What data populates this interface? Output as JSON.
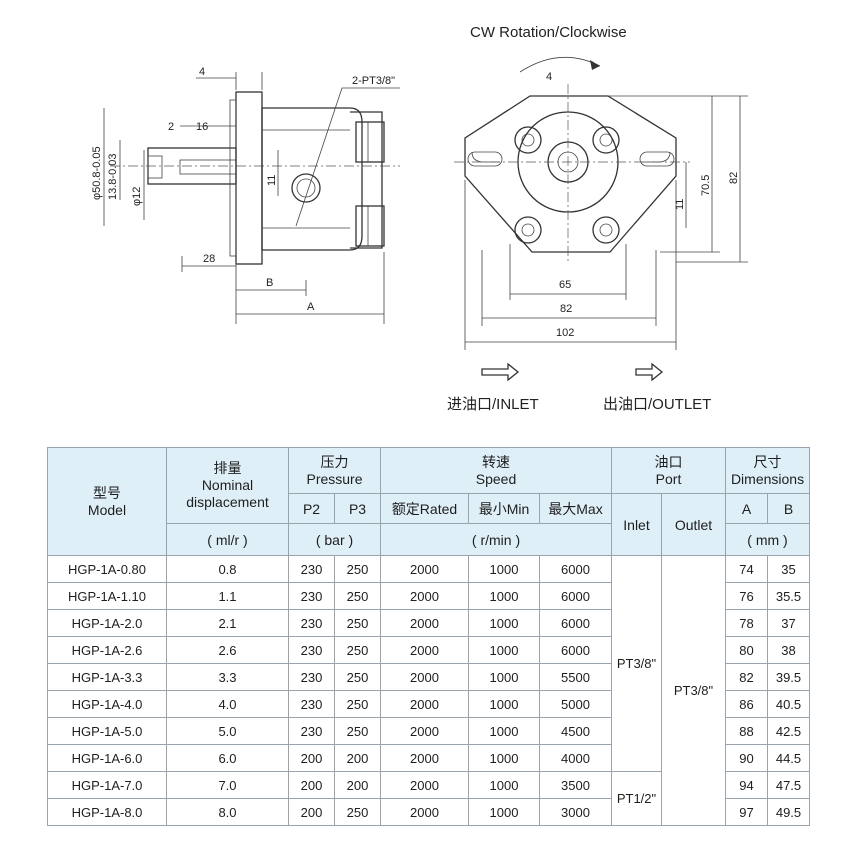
{
  "diagram": {
    "title": "CW Rotation/Clockwise",
    "inlet_label": "进油口/INLET",
    "outlet_label": "出油口/OUTLET",
    "side_view": {
      "port_callout": "2-PT3/8\"",
      "dims": [
        "4",
        "2",
        "16",
        "φ50.8-0.05",
        "13.8-0.03",
        "φ12",
        "11",
        "28",
        "B",
        "A"
      ]
    },
    "front_view": {
      "dims": [
        "4",
        "11",
        "70.5",
        "82",
        "65",
        "82",
        "102"
      ]
    }
  },
  "table": {
    "headers": {
      "model_cn": "型号",
      "model_en": "Model",
      "disp_cn": "排量",
      "disp_en1": "Nominal",
      "disp_en2": "displacement",
      "pressure_cn": "压力",
      "pressure_en": "Pressure",
      "speed_cn": "转速",
      "speed_en": "Speed",
      "port_cn": "油口",
      "port_en": "Port",
      "dims_cn": "尺寸",
      "dims_en": "Dimensions",
      "p2": "P2",
      "p3": "P3",
      "rated": "额定Rated",
      "min": "最小Min",
      "max": "最大Max",
      "inlet": "Inlet",
      "outlet": "Outlet",
      "a": "A",
      "b": "B",
      "unit_disp": "( ml/r )",
      "unit_pressure": "( bar )",
      "unit_speed": "( r/min )",
      "unit_dims": "( mm )"
    },
    "rows": [
      {
        "model": "HGP-1A-0.80",
        "disp": "0.8",
        "p2": "230",
        "p3": "250",
        "rated": "2000",
        "min": "1000",
        "max": "6000",
        "a": "74",
        "b": "35"
      },
      {
        "model": "HGP-1A-1.10",
        "disp": "1.1",
        "p2": "230",
        "p3": "250",
        "rated": "2000",
        "min": "1000",
        "max": "6000",
        "a": "76",
        "b": "35.5"
      },
      {
        "model": "HGP-1A-2.0",
        "disp": "2.1",
        "p2": "230",
        "p3": "250",
        "rated": "2000",
        "min": "1000",
        "max": "6000",
        "a": "78",
        "b": "37"
      },
      {
        "model": "HGP-1A-2.6",
        "disp": "2.6",
        "p2": "230",
        "p3": "250",
        "rated": "2000",
        "min": "1000",
        "max": "6000",
        "a": "80",
        "b": "38"
      },
      {
        "model": "HGP-1A-3.3",
        "disp": "3.3",
        "p2": "230",
        "p3": "250",
        "rated": "2000",
        "min": "1000",
        "max": "5500",
        "a": "82",
        "b": "39.5"
      },
      {
        "model": "HGP-1A-4.0",
        "disp": "4.0",
        "p2": "230",
        "p3": "250",
        "rated": "2000",
        "min": "1000",
        "max": "5000",
        "a": "86",
        "b": "40.5"
      },
      {
        "model": "HGP-1A-5.0",
        "disp": "5.0",
        "p2": "230",
        "p3": "250",
        "rated": "2000",
        "min": "1000",
        "max": "4500",
        "a": "88",
        "b": "42.5"
      },
      {
        "model": "HGP-1A-6.0",
        "disp": "6.0",
        "p2": "200",
        "p3": "200",
        "rated": "2000",
        "min": "1000",
        "max": "4000",
        "a": "90",
        "b": "44.5"
      },
      {
        "model": "HGP-1A-7.0",
        "disp": "7.0",
        "p2": "200",
        "p3": "200",
        "rated": "2000",
        "min": "1000",
        "max": "3500",
        "a": "94",
        "b": "47.5"
      },
      {
        "model": "HGP-1A-8.0",
        "disp": "8.0",
        "p2": "200",
        "p3": "250",
        "rated": "2000",
        "min": "1000",
        "max": "3000",
        "a": "97",
        "b": "49.5"
      }
    ],
    "inlet_groups": [
      "PT3/8\"",
      "PT1/2\""
    ],
    "outlet_value": "PT3/8\""
  }
}
